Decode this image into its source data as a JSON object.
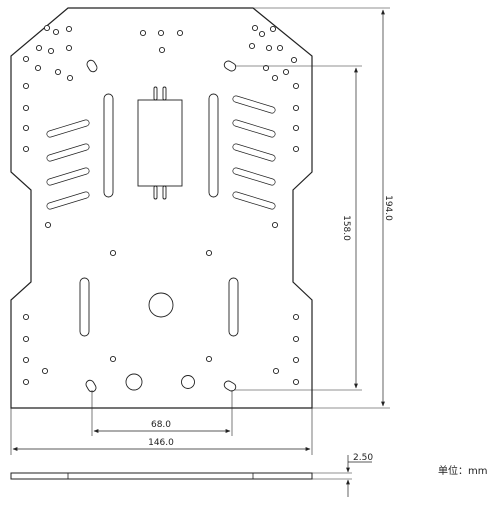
{
  "dimensions": {
    "height_total": "194.0",
    "height_slots": "158.0",
    "width_slots": "68.0",
    "width_total": "146.0",
    "thickness": "2.50"
  },
  "unit_label": "单位：mm"
}
